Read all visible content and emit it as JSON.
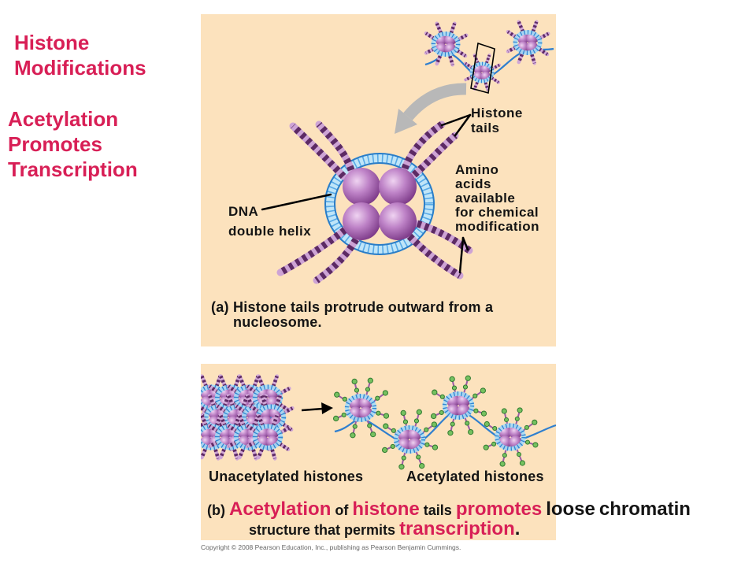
{
  "slide": {
    "title_lines": [
      "Histone",
      "Modifications"
    ],
    "subtitle_lines": [
      "Acetylation",
      "Promotes",
      "Transcription"
    ]
  },
  "panel_a": {
    "histone_tails_label": [
      "Histone",
      "tails"
    ],
    "amino_acids_label": [
      "Amino",
      "acids",
      "available",
      "for chemical",
      "modification"
    ],
    "dna_label": [
      "DNA",
      "double helix"
    ],
    "caption": {
      "marker": "(a)",
      "line1": "Histone tails protrude outward from a",
      "line2": "nucleosome."
    }
  },
  "panel_b": {
    "unacetylated_label": "Unacetylated histones",
    "acetylated_label": "Acetylated histones",
    "caption": {
      "marker": "(b)",
      "words": [
        "Acetylation",
        "of",
        "histone",
        "tails",
        "promotes",
        "loose",
        "chromatin"
      ],
      "line2_plain": "structure that permits",
      "line2_emphasis": "transcription",
      "line2_end": "."
    }
  },
  "copyright": "Copyright © 2008 Pearson Education, Inc., publishing as Pearson Benjamin Cummings.",
  "colors": {
    "accent": "#d81f56",
    "panel_background": "#fce2bd",
    "text": "#141414"
  }
}
